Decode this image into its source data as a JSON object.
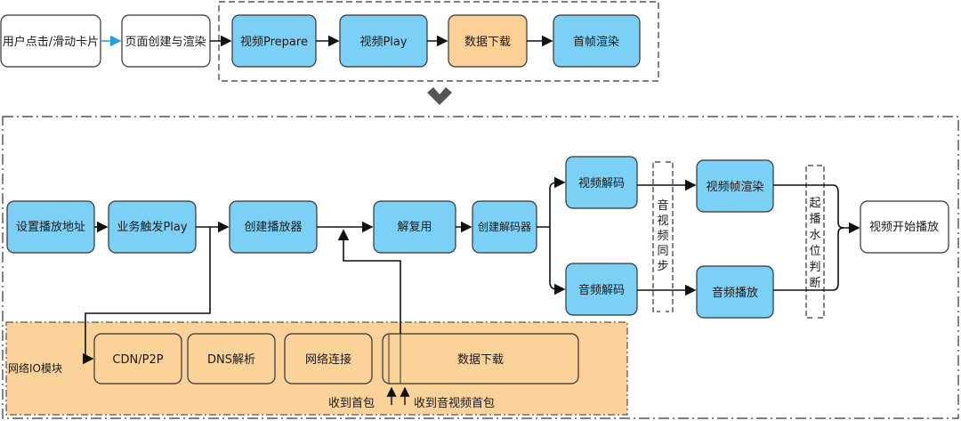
{
  "top_flow": {
    "user_action": "用户点击/滑动卡片",
    "page_render": "页面创建与渲染",
    "video_prepare": "视频Prepare",
    "video_play": "视频Play",
    "data_download": "数据下载",
    "first_frame_render": "首帧渲染"
  },
  "pipeline": {
    "set_url": "设置播放地址",
    "trigger_play": "业务触发Play",
    "create_player": "创建播放器",
    "demux": "解复用",
    "create_decoder": "创建解码器",
    "video_decode": "视频解码",
    "audio_decode": "音频解码",
    "av_sync": "音视频同步",
    "video_frame_render": "视频帧渲染",
    "audio_play": "音频播放",
    "start_watermark": "起播水位判断",
    "video_start": "视频开始播放"
  },
  "io_module": {
    "title": "网络IO模块",
    "cdn": "CDN/P2P",
    "dns": "DNS解析",
    "connect": "网络连接",
    "download": "数据下载",
    "first_packet": "收到首包",
    "first_av_packet": "收到音视频首包"
  },
  "colors": {
    "blue_fill": "#7dd0f5",
    "orange_fill": "#fcd096",
    "io_fill": "#fbd29a",
    "stroke": "#222222",
    "accent_arrow": "#2a9fd6"
  }
}
